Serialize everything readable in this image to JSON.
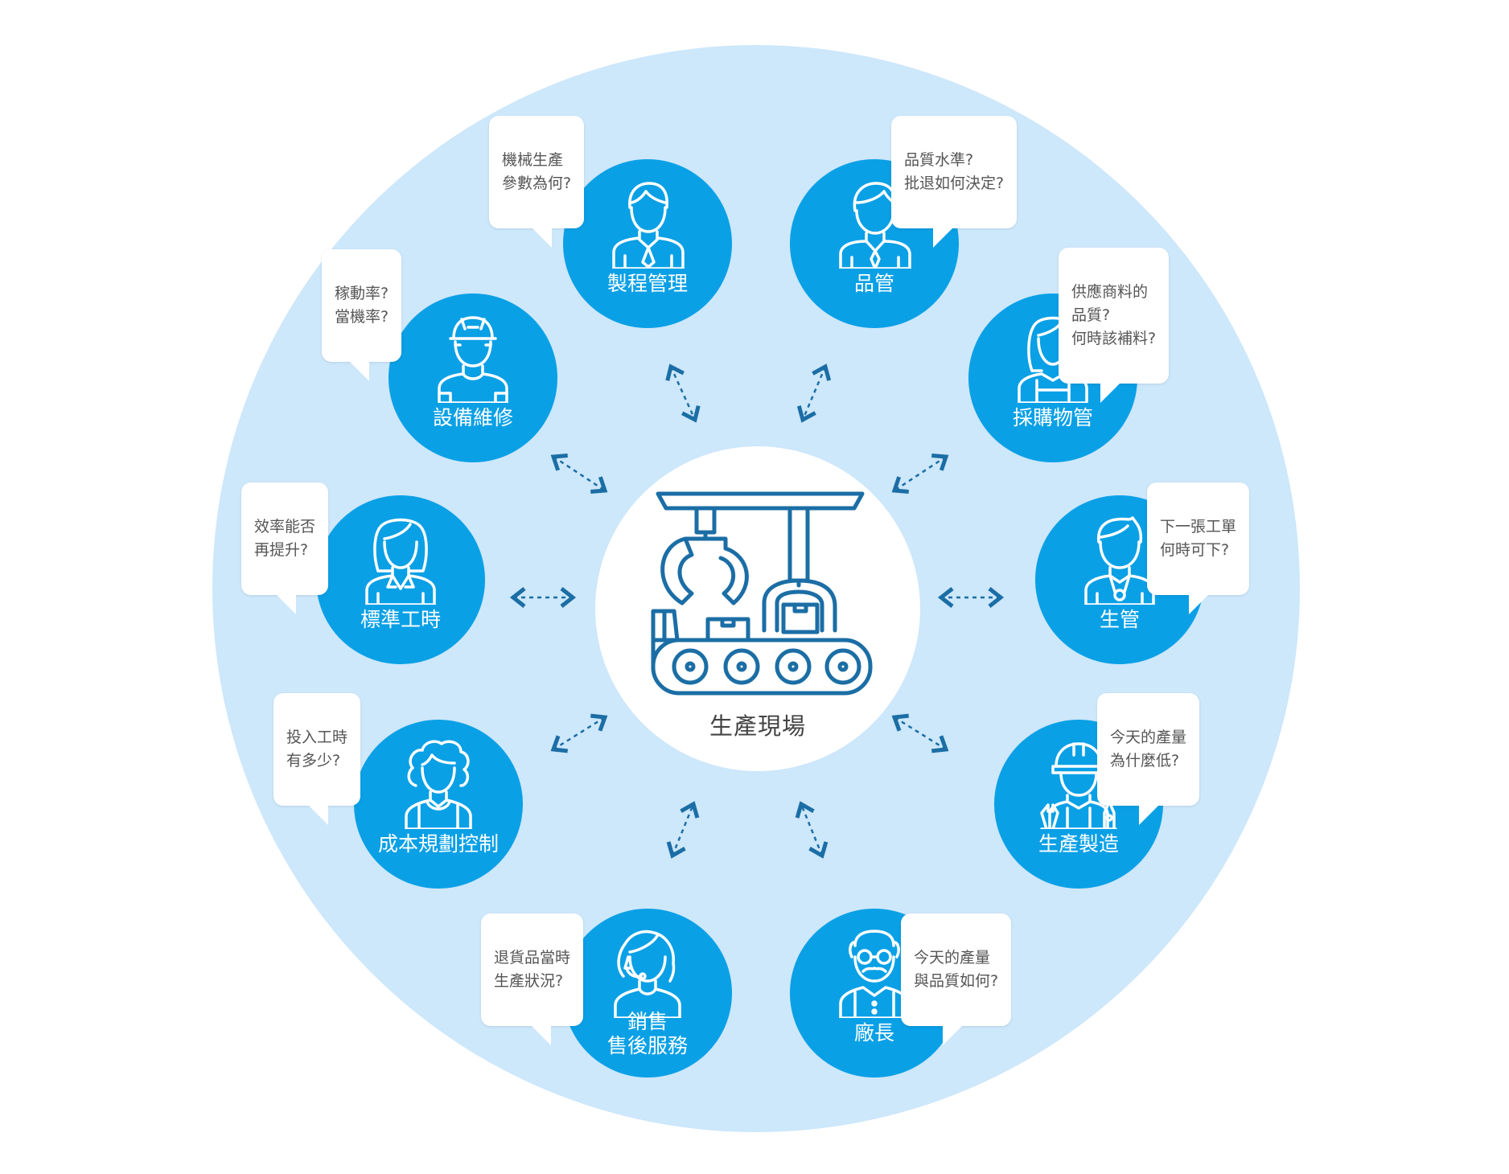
{
  "center": {
    "label": "生產現場",
    "icon": "factory-robot-arm-conveyor-icon"
  },
  "colors": {
    "outer": "#cde7fb",
    "node": "#0aa0e6",
    "arrow": "#1b6ea5",
    "line": "#1b6ea5"
  },
  "nodes": [
    {
      "id": "process-management",
      "label": "製程管理",
      "icon": "engineer-man-icon",
      "bubble": "機械生產\n參數為何?"
    },
    {
      "id": "quality-control",
      "label": "品管",
      "icon": "man-tie-icon",
      "bubble": "品質水準?\n批退如何決定?"
    },
    {
      "id": "purchasing",
      "label": "採購物管",
      "icon": "woman-long-hair-icon",
      "bubble": "供應商料的\n品質?\n何時該補料?"
    },
    {
      "id": "production-control",
      "label": "生管",
      "icon": "man-badge-icon",
      "bubble": "下一張工單\n何時可下?"
    },
    {
      "id": "manufacturing",
      "label": "生產製造",
      "icon": "worker-hardhat-tools-icon",
      "bubble": "今天的產量\n為什麼低?"
    },
    {
      "id": "plant-manager",
      "label": "廠長",
      "icon": "old-man-glasses-icon",
      "bubble": "今天的產量\n與品質如何?"
    },
    {
      "id": "sales-service",
      "label": "銷售\n售後服務",
      "icon": "woman-headset-icon",
      "bubble": "退貨品當時\n生產狀況?"
    },
    {
      "id": "cost-planning",
      "label": "成本規劃控制",
      "icon": "woman-curly-hair-icon",
      "bubble": "投入工時\n有多少?"
    },
    {
      "id": "standard-hours",
      "label": "標準工時",
      "icon": "woman-bob-hair-icon",
      "bubble": "效率能否\n再提升?"
    },
    {
      "id": "equipment-maintenance",
      "label": "設備維修",
      "icon": "worker-cap-icon",
      "bubble": "稼動率?\n當機率?"
    }
  ]
}
